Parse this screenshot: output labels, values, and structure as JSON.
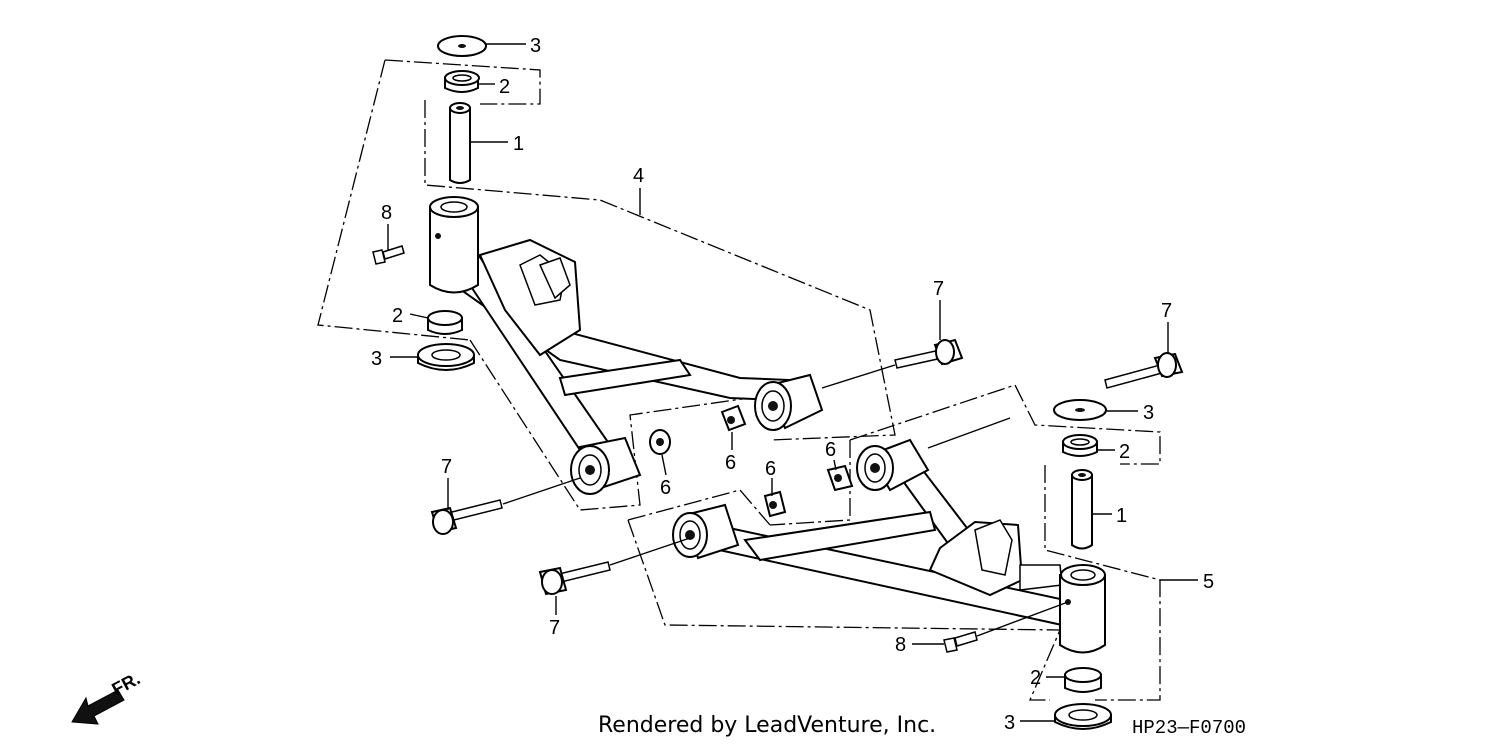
{
  "callouts": {
    "top_washer": "3",
    "top_bushing": "2",
    "top_collar": "1",
    "arm_upper": "4",
    "left_bolt_small": "8",
    "left_bushing_lower": "2",
    "left_washer_lower": "3",
    "bolt_front_upper": "7",
    "bolt_front_right": "7",
    "right_washer": "3",
    "right_bushing": "2",
    "right_collar": "1",
    "arm_lower": "5",
    "nut_a": "6",
    "nut_b": "6",
    "nut_c": "6",
    "nut_d": "6",
    "bolt_left_lower": "7",
    "bolt_center_lower": "7",
    "right_bolt_small": "8",
    "bottom_bushing": "2",
    "bottom_washer": "3"
  },
  "direction": {
    "label": "FR."
  },
  "footer": {
    "credit": "Rendered by LeadVenture, Inc.",
    "code": "HP23—F0700"
  }
}
